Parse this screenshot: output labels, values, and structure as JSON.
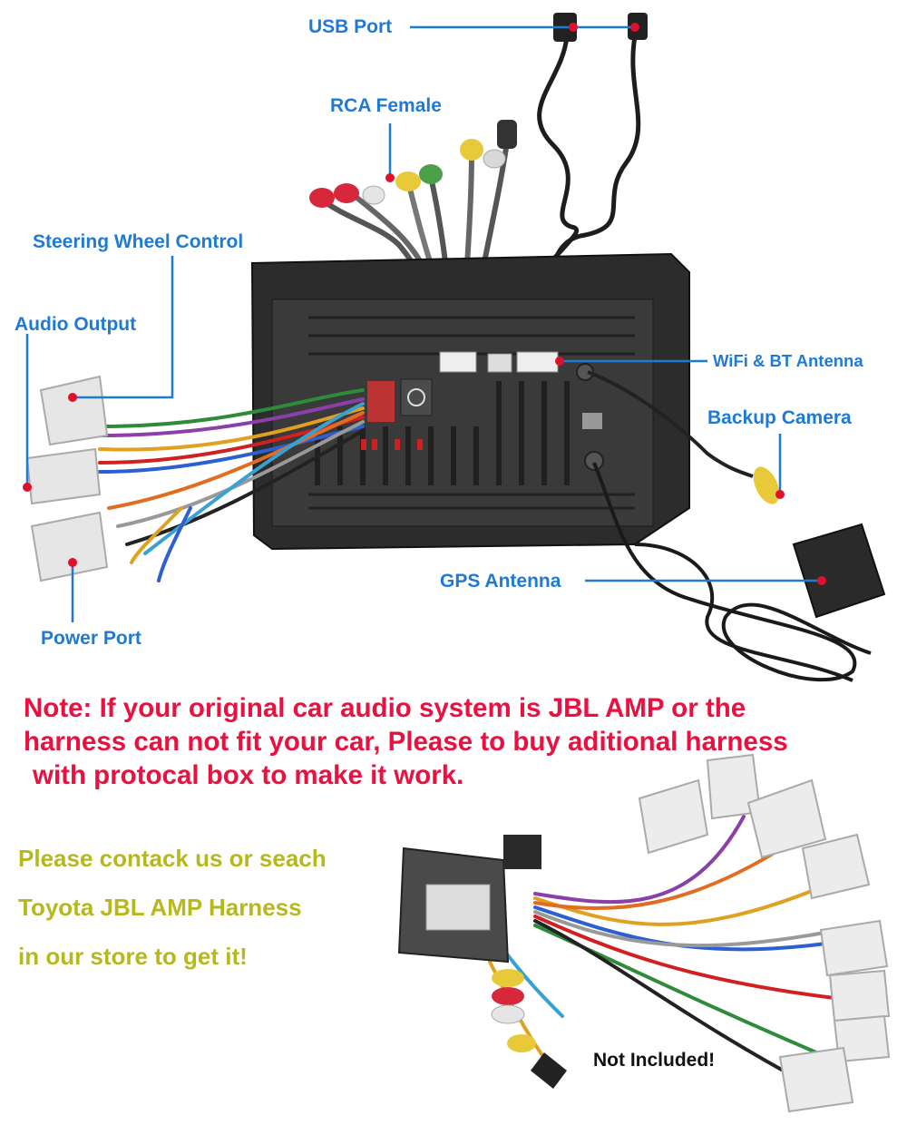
{
  "labels": {
    "usb_port": "USB Port",
    "rca_female": "RCA Female",
    "steering_wheel_control": "Steering Wheel Control",
    "audio_output": "Audio Output",
    "wifi_bt_antenna": "WiFi & BT Antenna",
    "backup_camera": "Backup Camera",
    "gps_antenna": "GPS Antenna",
    "power_port": "Power Port"
  },
  "note": {
    "line1": "Note: If your original car audio system is JBL AMP or the",
    "line2": "harness can not fit your car, Please to buy aditional harness",
    "line3": "with protocal box to make it work."
  },
  "contact": {
    "line1": "Please contack us or seach",
    "line2": "Toyota JBL AMP Harness",
    "line3": "in our store to get it!"
  },
  "not_included": "Not Included!",
  "colors": {
    "label_blue": "#1f7ad6",
    "note_red": "#e8113f",
    "contact_olive": "#b7b81d",
    "callout_dot": "#e0102a"
  }
}
